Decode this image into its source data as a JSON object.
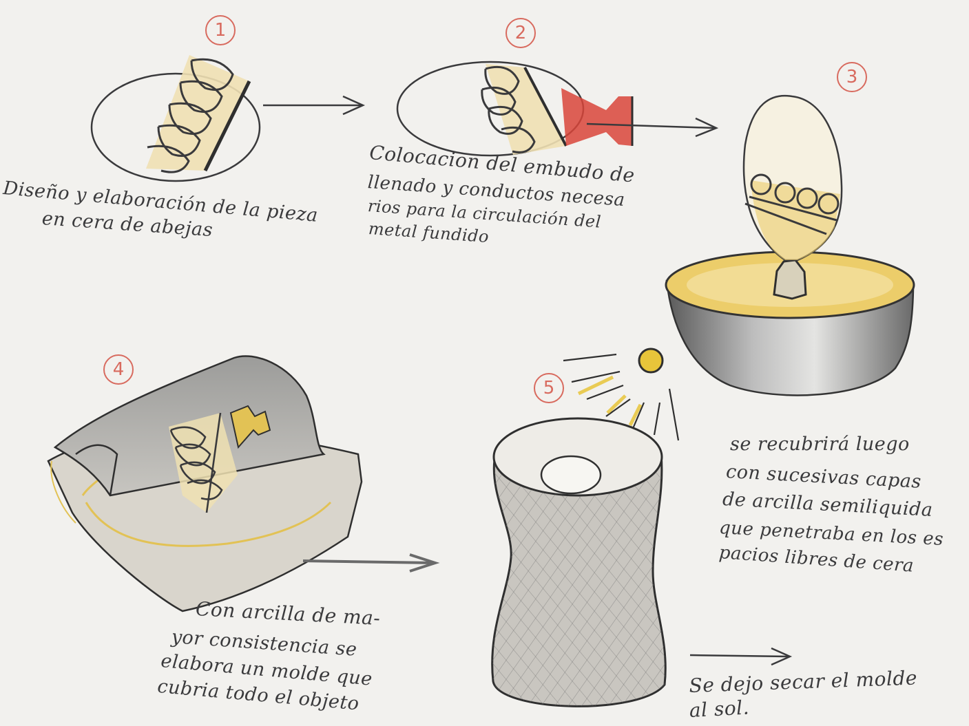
{
  "steps": [
    {
      "number": "1",
      "caption_lines": [
        "Diseño y elaboración de la pieza",
        "en cera de abejas"
      ]
    },
    {
      "number": "2",
      "caption_lines": [
        "Colocacion del embudo de",
        "llenado y conductos necesa",
        "rios para la circulación del",
        "metal fundido"
      ]
    },
    {
      "number": "3",
      "caption_lines": [
        "se recubrirá luego",
        "con sucesivas capas",
        "de arcilla semiliquida",
        "que penetraba en los es",
        "pacios libres de cera"
      ]
    },
    {
      "number": "4",
      "caption_lines": [
        "Con arcilla de ma-",
        "yor consistencia se",
        "elabora un molde que",
        "cubria todo el objeto"
      ]
    },
    {
      "number": "5",
      "caption_lines": [
        "Se dejo secar el molde",
        "al sol."
      ]
    }
  ],
  "colors": {
    "pencil": "#3a3a3c",
    "wax_fill": "#efe0b2",
    "funnel_red": "#d9453a",
    "step_number": "#d86a5e",
    "clay_slip": "#eccd6a",
    "sun_yellow": "#e8c53a"
  }
}
